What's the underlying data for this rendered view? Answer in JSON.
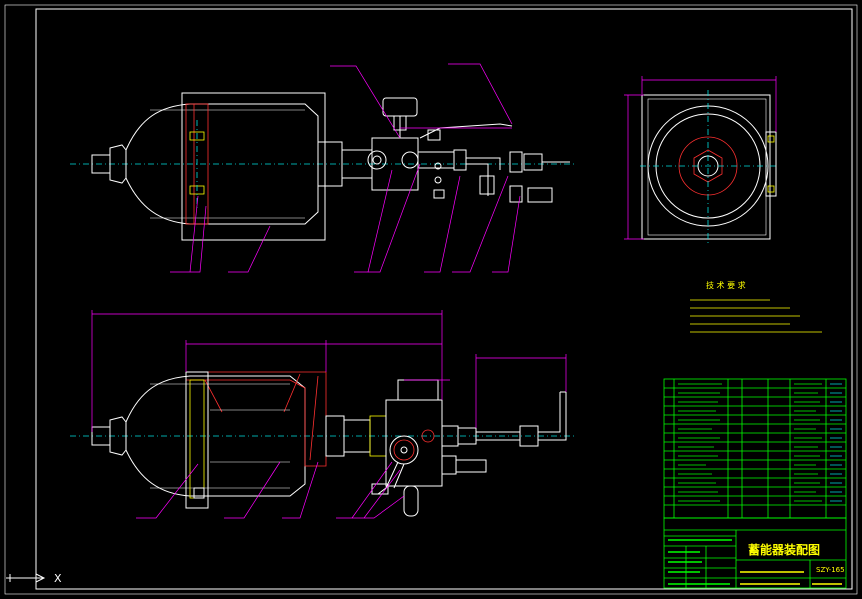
{
  "tech_req": {
    "title": "技 术 要 求"
  },
  "title_block": {
    "drawing_title": "蓄能器装配图",
    "drawing_number": "SZY-165"
  },
  "ucs": {
    "axis_label": "X"
  },
  "colors": {
    "background": "#000000",
    "outline": "#ffffff",
    "centerline": "#00e0e0",
    "dimension": "#ff00ff",
    "section": "#ff3030",
    "text": "#ffff00",
    "table": "#00ff00"
  }
}
